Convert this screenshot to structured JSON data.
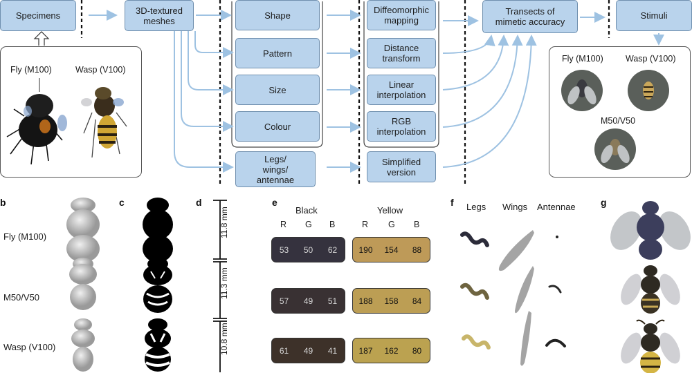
{
  "colors": {
    "box_fill": "#b9d3ec",
    "box_border": "#6f8fae",
    "arrow": "#9ec2e2",
    "black_swatch": "#3a3640",
    "yellow_swatch": "#c9a45e"
  },
  "workflow": {
    "specimens": "Specimens",
    "meshes": "3D-textured\nmeshes",
    "shape": "Shape",
    "pattern": "Pattern",
    "size": "Size",
    "colour": "Colour",
    "lwa": "Legs/\nwings/\nantennae",
    "diffeo": "Diffeomorphic\nmapping",
    "distance": "Distance\ntransform",
    "linear": "Linear\ninterpolation",
    "rgb": "RGB\ninterpolation",
    "simplified": "Simplified\nversion",
    "transects": "Transects of\nmimetic accuracy",
    "stimuli": "Stimuli",
    "fly_label": "Fly (M100)",
    "wasp_label": "Wasp (V100)",
    "stim_fly": "Fly (M100)",
    "stim_wasp": "Wasp (V100)",
    "stim_mid": "M50/V50"
  },
  "panel_b": {
    "letter": "b",
    "rows": [
      "Fly (M100)",
      "M50/V50",
      "Wasp (V100)"
    ]
  },
  "panel_c": {
    "letter": "c"
  },
  "panel_d": {
    "letter": "d",
    "sizes": [
      "11.8 mm",
      "11.3 mm",
      "10.8 mm"
    ]
  },
  "panel_e": {
    "letter": "e",
    "black_header": "Black",
    "yellow_header": "Yellow",
    "rgb_headers": [
      "R",
      "G",
      "B"
    ],
    "rows": [
      {
        "black": [
          "53",
          "50",
          "62"
        ],
        "yellow": [
          "190",
          "154",
          "88"
        ],
        "black_hex": "#35323e",
        "yellow_hex": "#be9a58"
      },
      {
        "black": [
          "57",
          "49",
          "51"
        ],
        "yellow": [
          "188",
          "158",
          "84"
        ],
        "black_hex": "#393133",
        "yellow_hex": "#bc9e54"
      },
      {
        "black": [
          "61",
          "49",
          "41"
        ],
        "yellow": [
          "187",
          "162",
          "80"
        ],
        "black_hex": "#3d3129",
        "yellow_hex": "#bba250"
      }
    ]
  },
  "panel_f": {
    "letter": "f",
    "headers": [
      "Legs",
      "Wings",
      "Antennae"
    ]
  },
  "panel_g": {
    "letter": "g"
  }
}
